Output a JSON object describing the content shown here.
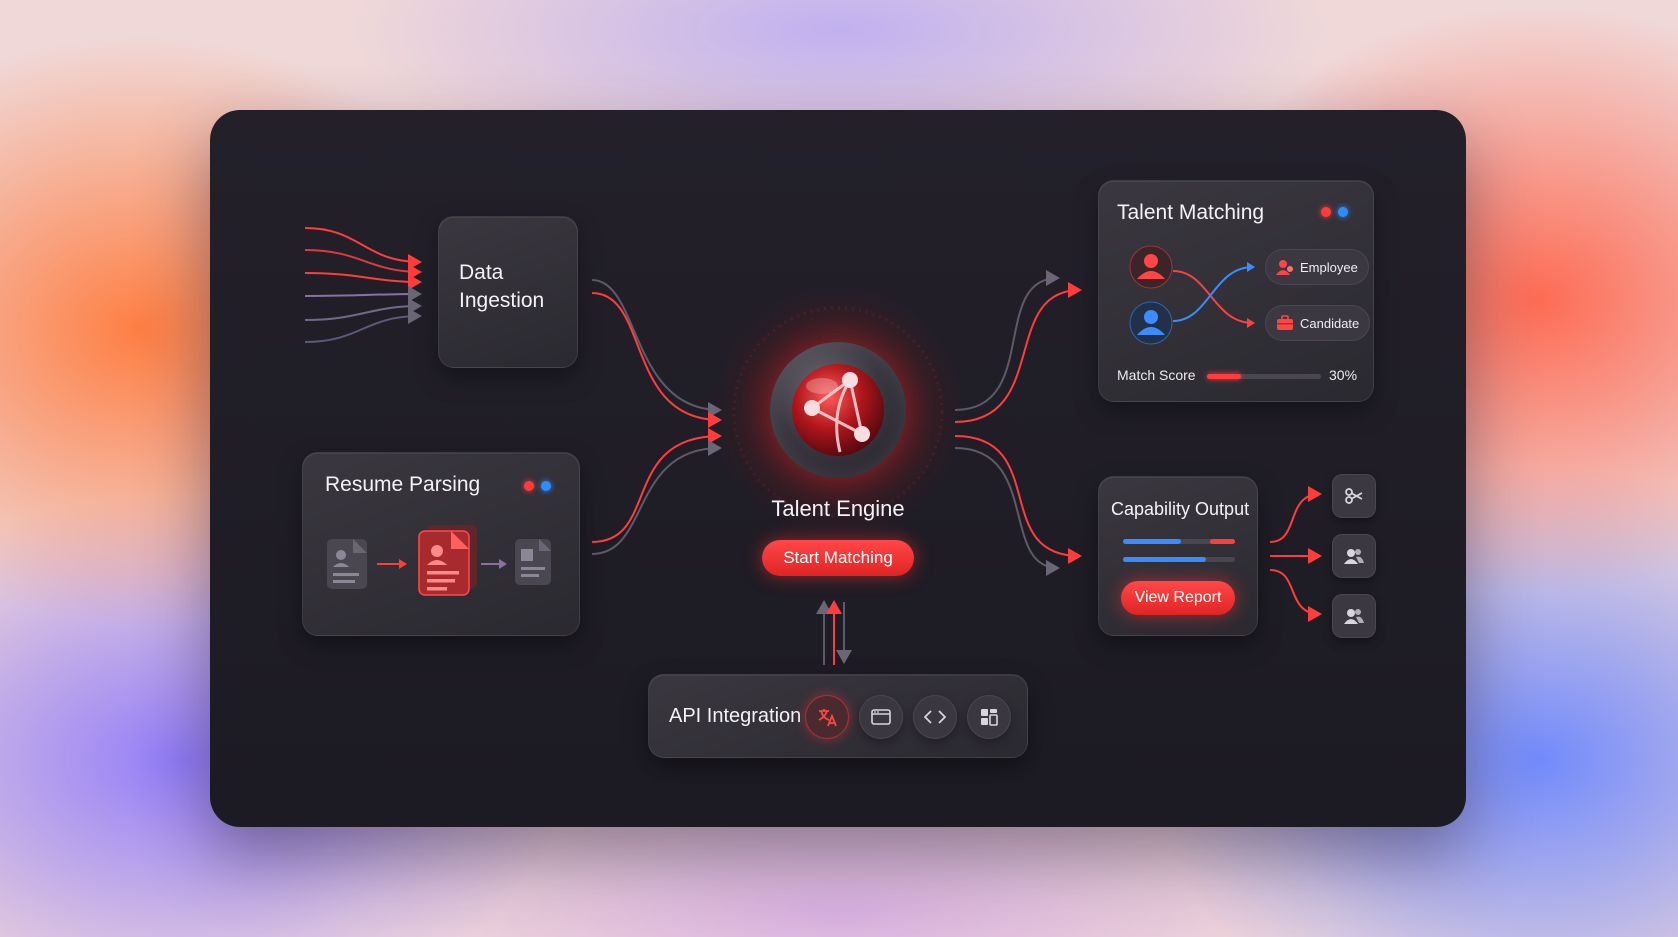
{
  "data_ingestion": {
    "title_line1": "Data",
    "title_line2": "Ingestion"
  },
  "resume_parsing": {
    "title": "Resume Parsing"
  },
  "engine": {
    "title": "Talent Engine",
    "start_label": "Start Matching"
  },
  "talent_matching": {
    "title": "Talent Matching",
    "employee_label": "Employee",
    "candidate_label": "Candidate",
    "match_score_label": "Match Score",
    "match_score_value": "30%",
    "match_score_fraction": 0.3
  },
  "capability_output": {
    "title": "Capability Output",
    "view_report_label": "View Report",
    "bars": [
      {
        "blue_fraction": 0.52,
        "red_fraction": 0.22
      },
      {
        "blue_fraction": 0.74,
        "red_fraction": 0.0
      }
    ]
  },
  "api_integration": {
    "title": "API Integration",
    "icons": [
      "translate-icon",
      "browser-window-icon",
      "code-brackets-icon",
      "dashboard-grid-icon"
    ]
  },
  "output_actions": [
    "scissors-icon",
    "users-icon",
    "users-icon"
  ],
  "colors": {
    "accent_red": "#ff3b3b",
    "accent_blue": "#2f8cff",
    "panel_bg": "#1e1c24"
  }
}
